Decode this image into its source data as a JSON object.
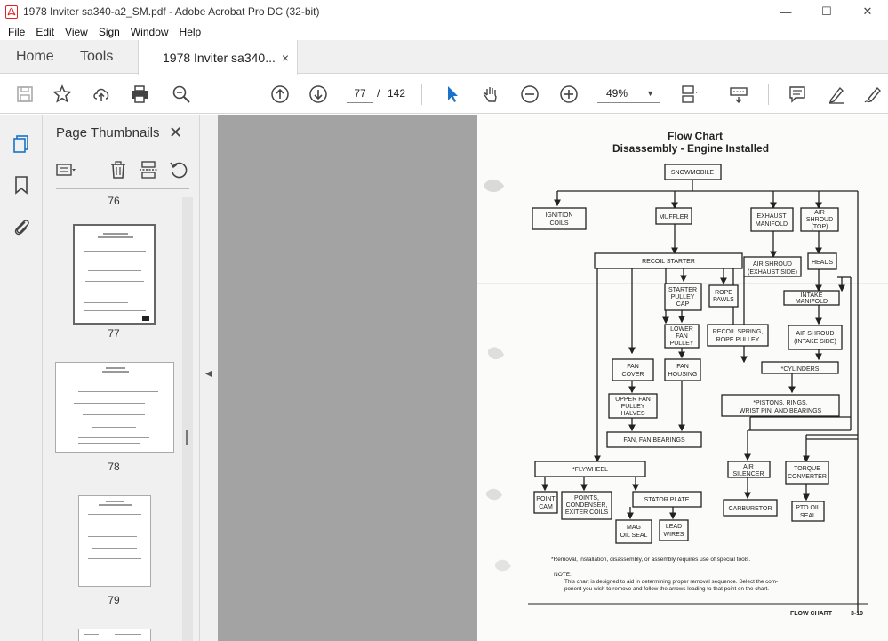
{
  "window": {
    "title": "1978 Inviter sa340-a2_SM.pdf - Adobe Acrobat Pro DC (32-bit)",
    "minimize": "—",
    "maximize": "☐",
    "close": "✕"
  },
  "menu": [
    "File",
    "Edit",
    "View",
    "Sign",
    "Window",
    "Help"
  ],
  "tabs": {
    "home": "Home",
    "tools": "Tools",
    "document": "1978 Inviter sa340...",
    "close": "×"
  },
  "toolbar": {
    "page_current": "77",
    "page_sep": "/",
    "page_total": "142",
    "zoom": "49%"
  },
  "thumbnails": {
    "title": "Page Thumbnails",
    "close": "✕",
    "pages": [
      "76",
      "77",
      "78",
      "79"
    ]
  },
  "flowchart": {
    "title1": "Flow Chart",
    "title2": "Disassembly - Engine Installed",
    "boxes": {
      "snowmobile": "SNOWMOBILE",
      "ignition1": "IGNITION",
      "ignition2": "COILS",
      "muffler": "MUFFLER",
      "exhaust1": "EXHAUST",
      "exhaust2": "MANIFOLD",
      "airtop1": "AIR",
      "airtop2": "SHROUD",
      "airtop3": "(TOP)",
      "recoil": "RECOIL STARTER",
      "airexh1": "AIR SHROUD",
      "airexh2": "(EXHAUST SIDE)",
      "heads": "HEADS",
      "starter1": "STARTER",
      "starter2": "PULLEY",
      "starter3": "CAP",
      "rope1": "ROPE",
      "rope2": "PAWLS",
      "intake1": "INTAKE",
      "intake2": "MANIFOLD",
      "lower1": "LOWER",
      "lower2": "FAN",
      "lower3": "PULLEY",
      "spring1": "RECOIL SPRING,",
      "spring2": "ROPE PULLEY",
      "airint1": "AIF SHROUD",
      "airint2": "(INTAKE SIDE)",
      "fancover1": "FAN",
      "fancover2": "COVER",
      "fanhousing1": "FAN",
      "fanhousing2": "HOUSING",
      "cylinders": "*CYLINDERS",
      "upper1": "UPPER FAN",
      "upper2": "PULLEY",
      "upper3": "HALVES",
      "pistons1": "*PISTONS, RINGS,",
      "pistons2": "WRIST PIN, AND BEARINGS",
      "fanbear": "FAN, FAN BEARINGS",
      "flywheel": "*FLYWHEEL",
      "airsil1": "AIR",
      "airsil2": "SILENCER",
      "torque1": "TORQUE",
      "torque2": "CONVERTER",
      "point1": "POINT",
      "point2": "CAM",
      "points1": "POINTS,",
      "points2": "CONDENSER,",
      "points3": "EXITER COILS",
      "stator": "STATOR PLATE",
      "carb": "CARBURETOR",
      "pto1": "PTO OIL",
      "pto2": "SEAL",
      "mag1": "MAG",
      "mag2": "OIL SEAL",
      "lead1": "LEAD",
      "lead2": "WIRES"
    },
    "footnote": "*Removal, installation, disassembly, or assembly requires use of special tools.",
    "note_label": "NOTE:",
    "note1": "This chart is designed to aid in determining proper removal sequence. Select the com-",
    "note2": "ponent you wish to remove and follow the arrows leading to that point on the chart.",
    "footer_label": "FLOW CHART",
    "footer_page": "3-19"
  }
}
